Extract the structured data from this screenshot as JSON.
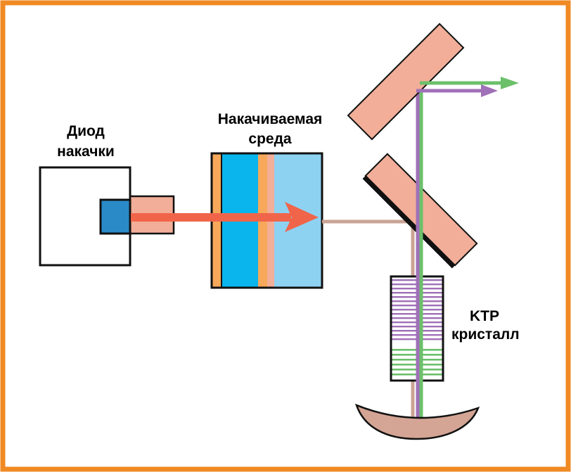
{
  "labels": {
    "pump_diode_line1": "Диод",
    "pump_diode_line2": "накачки",
    "gain_medium_line1": "Накачиваемая",
    "gain_medium_line2": "среда",
    "ktp_line1": "KTP",
    "ktp_line2": "кристалл"
  },
  "colors": {
    "frame": "#f08a24",
    "pump_beam": "#f0654a",
    "pump_diode_emitter": "#2a8ac8",
    "diode_lens": "#f2ae98",
    "gain_medium_dark": "#0ab4ec",
    "gain_medium_light": "#8ed2f2",
    "mirror_coating": "#f7a85a",
    "fundamental_beam": "#c9a394",
    "green_beam": "#6cc06a",
    "violet_beam": "#a070b8",
    "mirror": "#f2ae98",
    "concave_mirror": "#d4a494"
  }
}
